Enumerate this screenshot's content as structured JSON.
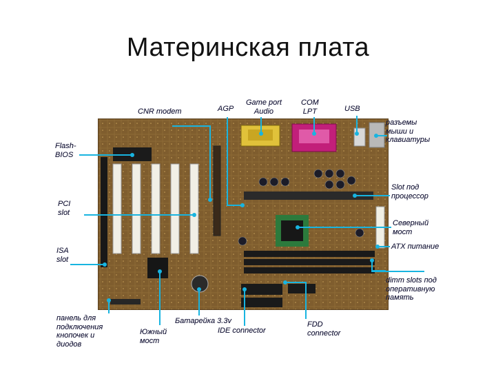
{
  "title": "Материнская плата",
  "colors": {
    "leader": "#18b4e0",
    "pcb": "#7a5a2c"
  },
  "labels": {
    "cnr_modem": "CNR modem",
    "agp": "AGP",
    "game_port": "Game port\nAudio",
    "com_lpt": "COM\nLPT",
    "usb": "USB",
    "ps2": "разъемы\nмыши и\nклавиатуры",
    "flash_bios": "Flash-\nBIOS",
    "cpu_slot": "Slot под\nпроцессор",
    "pci_slot": "PCI\nslot",
    "north_bridge": "Северный\nмост",
    "isa_slot": "ISA\nslot",
    "atx_power": "ATX питание",
    "dimm_slots": "dimm slots под\nоперативную\nпамять",
    "front_panel": "панель для\nподключения\nкнопочек и\nдиодов",
    "south_bridge": "Южный\nмост",
    "battery": "Батарейка 3.3v",
    "ide": "IDE connector",
    "fdd": "FDD\nconnector"
  }
}
